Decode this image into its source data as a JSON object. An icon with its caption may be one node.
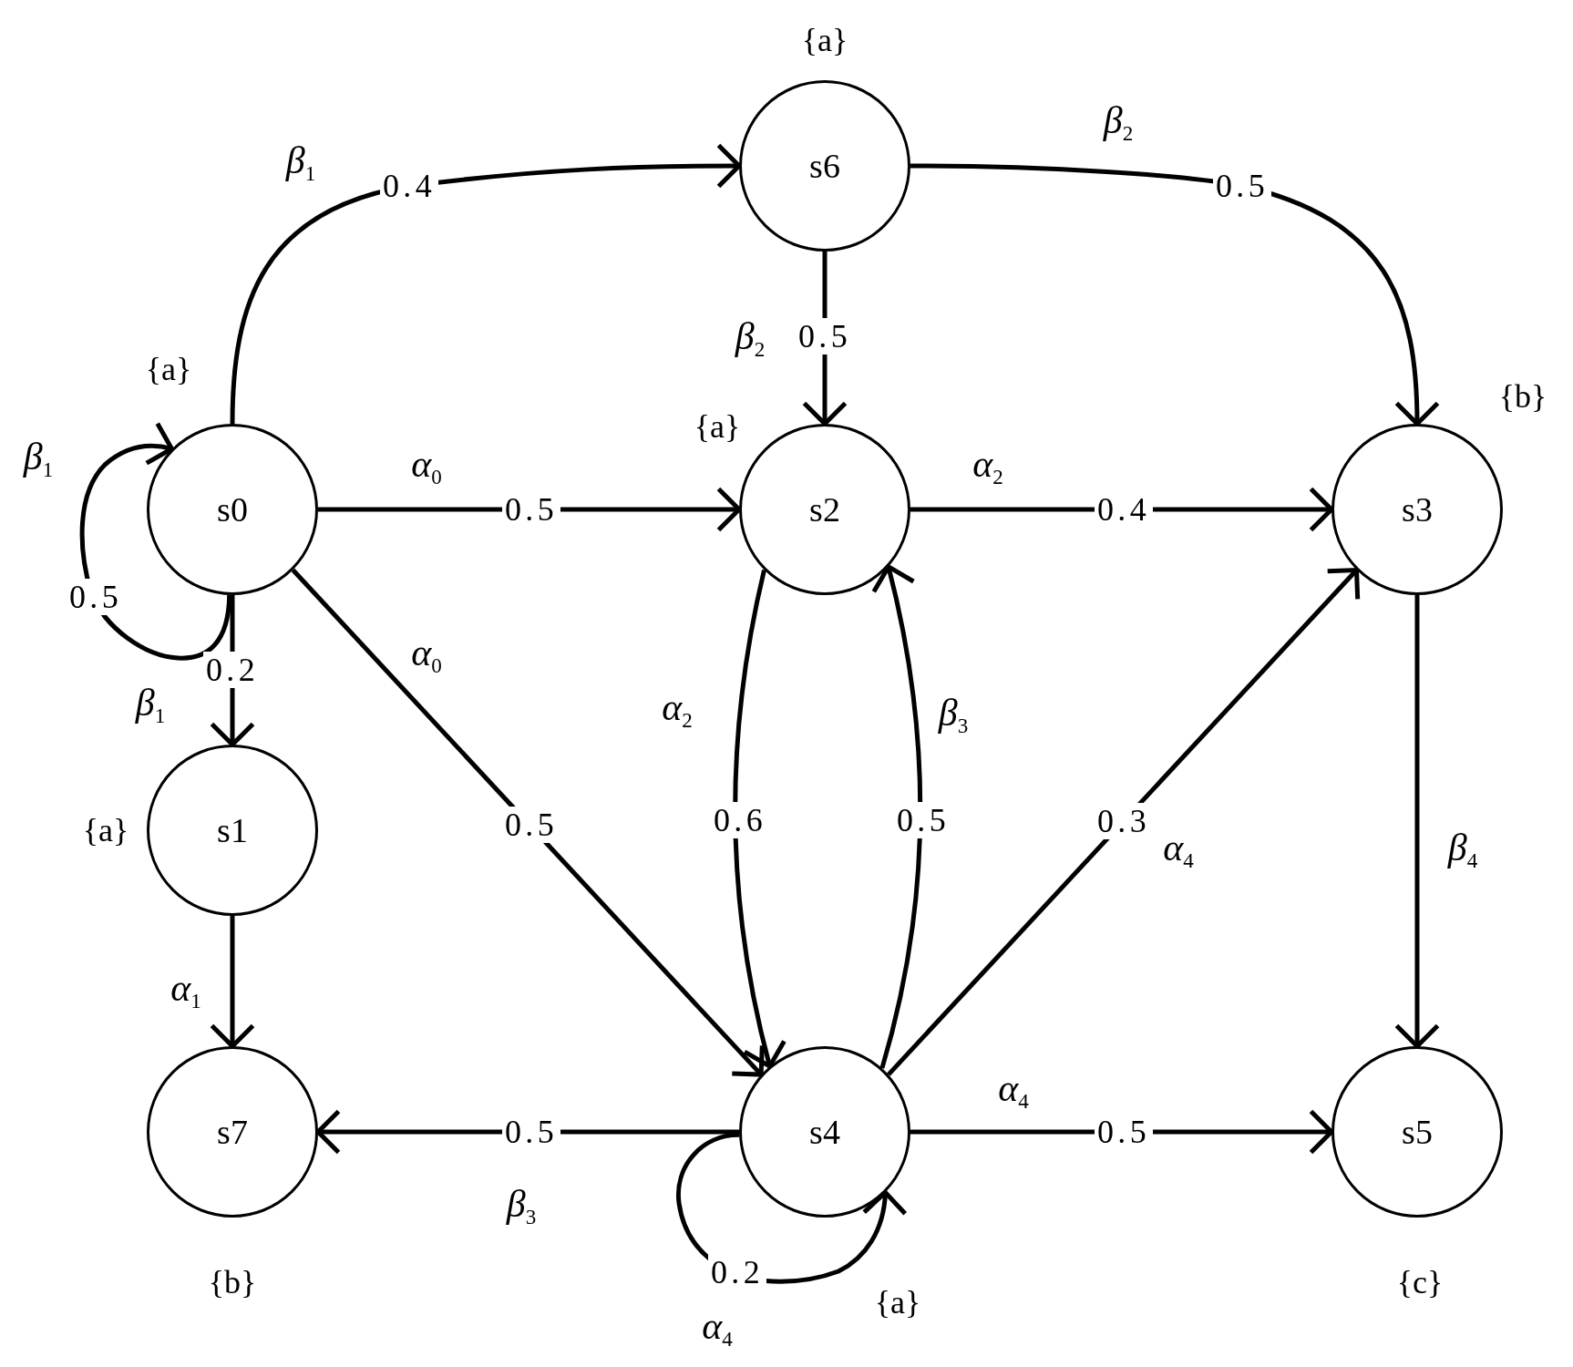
{
  "diagram": {
    "nodes": [
      {
        "text": [
          "s6"
        ],
        "beside": [
          "{a}"
        ]
      },
      {
        "text": [
          "s0"
        ],
        "beside": [
          "{a}"
        ]
      },
      {
        "text": [
          "s2"
        ],
        "beside": [
          "{a}"
        ]
      },
      {
        "text": [
          "s3"
        ],
        "beside": [
          "{b}"
        ]
      },
      {
        "text": [
          "s1"
        ],
        "beside": [
          "{a}"
        ]
      },
      {
        "text": [
          "s7"
        ],
        "beside": [
          "{b}"
        ]
      },
      {
        "text": [
          "s4"
        ],
        "beside": [
          "{a}"
        ]
      },
      {
        "text": [
          "s5"
        ],
        "beside": [
          "{c}"
        ]
      }
    ],
    "edges": [
      {
        "from": 1,
        "to": 0,
        "arrow": "to",
        "label": "0.4"
      },
      {
        "from": 1,
        "to": 1,
        "arrow": "to",
        "label": "0.5"
      },
      {
        "from": 1,
        "to": 4,
        "arrow": "to",
        "label": "0.2"
      },
      {
        "from": 1,
        "to": 2,
        "arrow": "to",
        "label": "0.5"
      },
      {
        "from": 1,
        "to": 6,
        "arrow": "to",
        "label": "0.5"
      },
      {
        "from": 0,
        "to": 2,
        "arrow": "to",
        "label": "0.5"
      },
      {
        "from": 0,
        "to": 3,
        "arrow": "to",
        "label": "0.5"
      },
      {
        "from": 2,
        "to": 3,
        "arrow": "to",
        "label": "0.4"
      },
      {
        "from": 2,
        "to": 6,
        "arrow": "to",
        "label": "0.6"
      },
      {
        "from": 6,
        "to": 2,
        "arrow": "to",
        "label": "0.5"
      },
      {
        "from": 6,
        "to": 3,
        "arrow": "to",
        "label": "0.3"
      },
      {
        "from": 3,
        "to": 7,
        "arrow": "to"
      },
      {
        "from": 4,
        "to": 5,
        "arrow": "to"
      },
      {
        "from": 6,
        "to": 5,
        "arrow": "to",
        "label": "0.5"
      },
      {
        "from": 6,
        "to": 6,
        "arrow": "to",
        "label": "0.2"
      },
      {
        "from": 6,
        "to": 7,
        "arrow": "to",
        "label": "0.5"
      }
    ],
    "labels": [
      "*β*$_{2}$",
      "*β*$_{1}$",
      "*β*$_{2}$",
      "*β*$_{1}$",
      "*α*$_{0}$",
      "*α*$_{2}$",
      "*α*$_{0}$",
      "*β*$_{1}$",
      "*α*$_{2}$",
      "*β*$_{3}$",
      "*α*$_{4}$",
      "*β*$_{4}$",
      "*α*$_{1}$",
      "*α*$_{4}$",
      "*β*$_{3}$",
      "*α*$_{4}$"
    ]
  }
}
